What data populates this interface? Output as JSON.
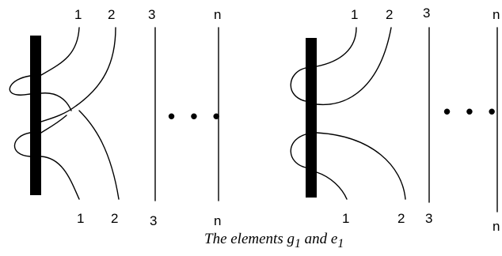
{
  "left_diagram": {
    "top_labels": [
      "1",
      "2",
      "3",
      "n"
    ],
    "bottom_labels": [
      "1",
      "2",
      "3",
      "n"
    ],
    "ellipsis": "• • •"
  },
  "right_diagram": {
    "top_labels": [
      "1",
      "2",
      "3",
      "n"
    ],
    "bottom_labels": [
      "1",
      "2",
      "3",
      "n"
    ],
    "ellipsis": "• • •"
  },
  "caption": {
    "prefix": "The elements ",
    "g": "g",
    "g_sub": "1",
    "middle": " and ",
    "e": "e",
    "e_sub": "1"
  }
}
